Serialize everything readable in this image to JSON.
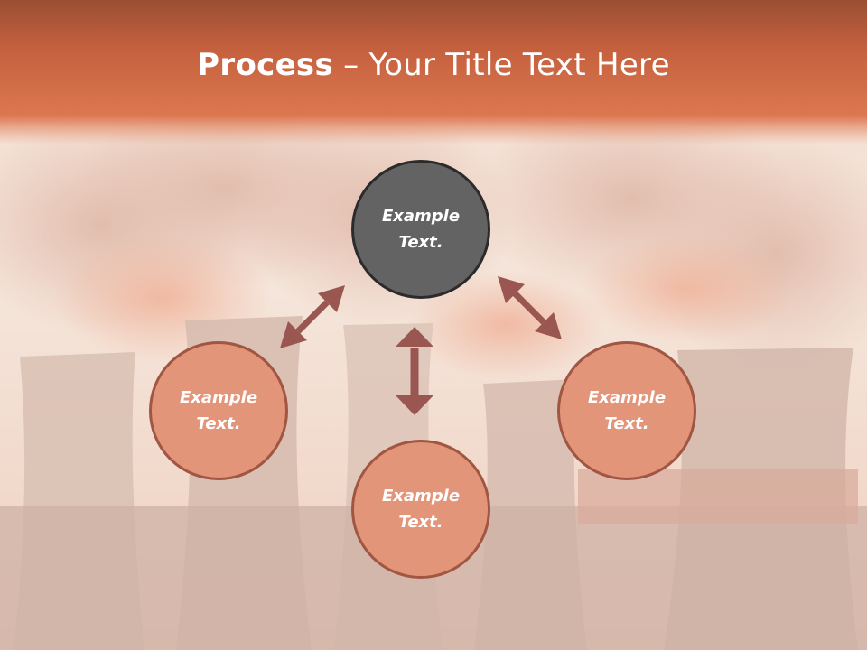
{
  "title": {
    "bold": "Process",
    "dash": " – ",
    "rest": "Your Title Text Here"
  },
  "nodes": {
    "top": {
      "text": "Example\nText."
    },
    "left": {
      "text": "Example\nText."
    },
    "bottom": {
      "text": "Example\nText."
    },
    "right": {
      "text": "Example\nText."
    }
  },
  "colors": {
    "header_band": "#d4704a",
    "background": "#f2d8cb",
    "node_center": "#636363",
    "node_outer": "#e3957a",
    "node_outer_border": "#a05642",
    "arrow": "#9a5752"
  }
}
